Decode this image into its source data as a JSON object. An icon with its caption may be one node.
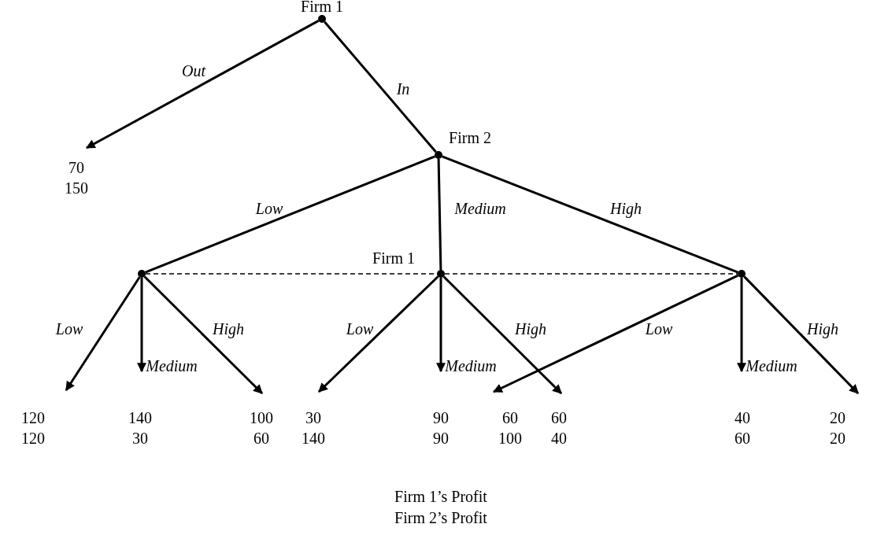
{
  "diagram": {
    "nodes": [
      {
        "text": [],
        "shape": "circle",
        "beside": [
          "Firm 1"
        ]
      },
      {
        "text": [
          "70",
          "150"
        ]
      },
      {
        "text": [],
        "shape": "circle",
        "beside": [
          "Firm 2"
        ]
      },
      {
        "text": [],
        "shape": "circle"
      },
      {
        "text": [],
        "shape": "circle",
        "beside": [
          "Firm 1"
        ]
      },
      {
        "text": [],
        "shape": "circle"
      },
      {
        "text": [
          "120",
          "120"
        ]
      },
      {
        "text": [
          "140",
          "30"
        ]
      },
      {
        "text": [
          "100",
          "60"
        ]
      },
      {
        "text": [
          "30",
          "140"
        ]
      },
      {
        "text": [
          "90",
          "90"
        ]
      },
      {
        "text": [
          "60",
          "40"
        ]
      },
      {
        "text": [
          "60",
          "100"
        ]
      },
      {
        "text": [
          "40",
          "60"
        ]
      },
      {
        "text": [
          "20",
          "20"
        ]
      }
    ],
    "edges": [
      {
        "from": 0,
        "to": 1,
        "arrow": "to",
        "label": "Out"
      },
      {
        "from": 0,
        "to": 2,
        "arrow": "none",
        "label": "In"
      },
      {
        "from": 2,
        "to": 3,
        "arrow": "none",
        "label": "Low"
      },
      {
        "from": 2,
        "to": 4,
        "arrow": "none",
        "label": "Medium"
      },
      {
        "from": 2,
        "to": 5,
        "arrow": "none",
        "label": "High"
      },
      {
        "from": 3,
        "to": 4,
        "arrow": "none",
        "style": "dashed"
      },
      {
        "from": 4,
        "to": 5,
        "arrow": "none",
        "style": "dashed"
      },
      {
        "from": 3,
        "to": 6,
        "arrow": "to",
        "label": "Low"
      },
      {
        "from": 3,
        "to": 7,
        "arrow": "to",
        "label": "Medium"
      },
      {
        "from": 3,
        "to": 8,
        "arrow": "to",
        "label": "High"
      },
      {
        "from": 4,
        "to": 9,
        "arrow": "to",
        "label": "Low"
      },
      {
        "from": 4,
        "to": 10,
        "arrow": "to",
        "label": "Medium"
      },
      {
        "from": 4,
        "to": 11,
        "arrow": "to",
        "label": "High"
      },
      {
        "from": 5,
        "to": 12,
        "arrow": "to",
        "label": "Low"
      },
      {
        "from": 5,
        "to": 13,
        "arrow": "to",
        "label": "Medium"
      },
      {
        "from": 5,
        "to": 14,
        "arrow": "to",
        "label": "High"
      }
    ],
    "labels": [
      "Firm 1’s Profit",
      "Firm 2’s Profit"
    ]
  }
}
